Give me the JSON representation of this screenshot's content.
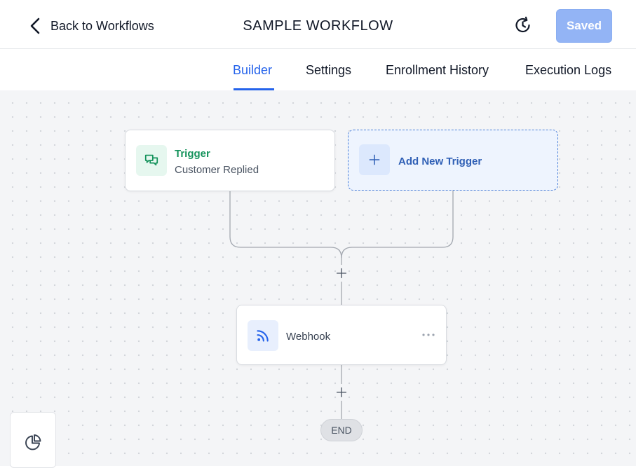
{
  "header": {
    "back_label": "Back to Workflows",
    "title": "SAMPLE WORKFLOW",
    "history_icon": "history-clock-icon",
    "saved_label": "Saved"
  },
  "tabs": [
    {
      "label": "Builder",
      "active": true
    },
    {
      "label": "Settings",
      "active": false
    },
    {
      "label": "Enrollment History",
      "active": false
    },
    {
      "label": "Execution Logs",
      "active": false
    }
  ],
  "canvas": {
    "trigger": {
      "title": "Trigger",
      "subtitle": "Customer Replied",
      "icon": "chat-bubbles-icon"
    },
    "add_trigger": {
      "label": "Add New Trigger",
      "icon": "plus-icon"
    },
    "action": {
      "label": "Webhook",
      "icon": "rss-feed-icon"
    },
    "end_label": "END"
  },
  "colors": {
    "accent": "#2563eb",
    "trigger_green": "#15935c",
    "saved_button": "#93b4f5"
  }
}
